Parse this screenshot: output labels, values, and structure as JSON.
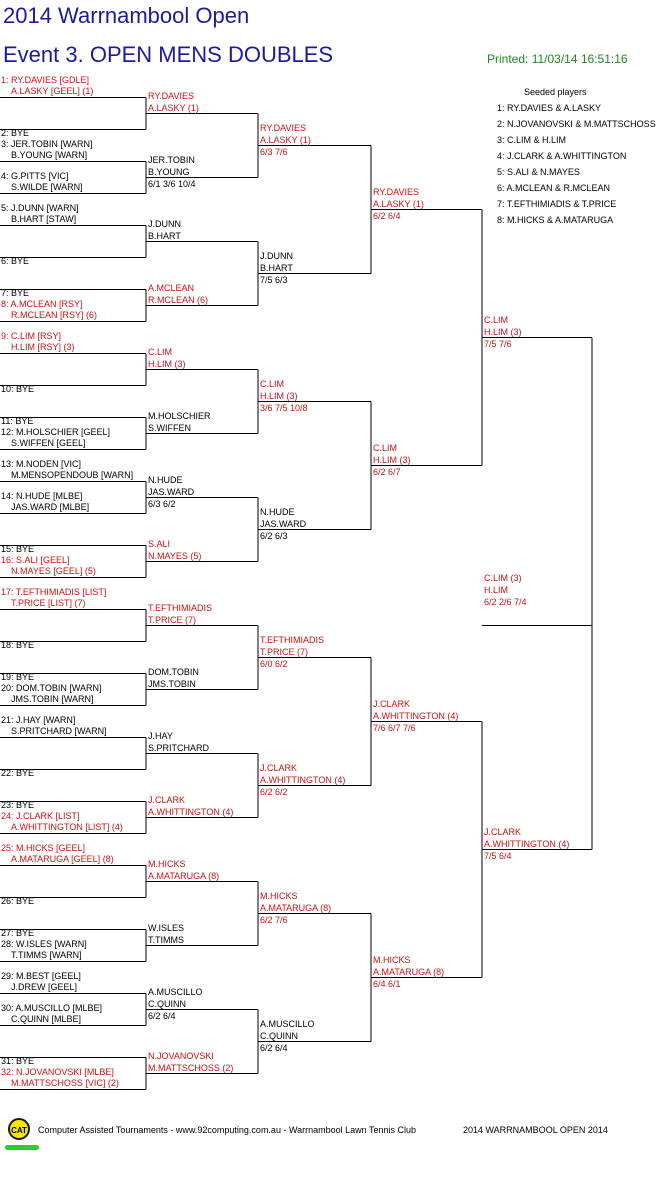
{
  "header": {
    "title": "2014 Warrnambool Open",
    "event": "Event 3. OPEN MENS DOUBLES",
    "printed": "Printed: 11/03/14 16:51:16"
  },
  "seeded": {
    "heading": "Seeded players",
    "list": [
      "1: RY.DAVIES & A.LASKY",
      "2: N.JOVANOVSKI & M.MATTSCHOSS",
      "3: C.LIM & H.LIM",
      "4: J.CLARK & A.WHITTINGTON",
      "5: S.ALI & N.MAYES",
      "6: A.MCLEAN & R.MCLEAN",
      "7: T.EFTHIMIADIS & T.PRICE",
      "8: M.HICKS & A.MATARUGA"
    ]
  },
  "draw": [
    {
      "l1": "1: RY.DAVIES [GDLE]",
      "l2": "A.LASKY [GEEL] (1)",
      "red": true
    },
    {
      "l1": "2: BYE",
      "l2": "",
      "red": false
    },
    {
      "l1": "3: JER.TOBIN [WARN]",
      "l2": "B.YOUNG [WARN]",
      "red": false
    },
    {
      "l1": "4: G.PITTS [VIC]",
      "l2": "S.WILDE [WARN]",
      "red": false
    },
    {
      "l1": "5: J.DUNN [WARN]",
      "l2": "B.HART [STAW]",
      "red": false
    },
    {
      "l1": "6: BYE",
      "l2": "",
      "red": false
    },
    {
      "l1": "7: BYE",
      "l2": "",
      "red": false
    },
    {
      "l1": "8: A.MCLEAN [RSY]",
      "l2": "R.MCLEAN [RSY] (6)",
      "red": true
    },
    {
      "l1": "9: C.LIM [RSY]",
      "l2": "H.LIM [RSY] (3)",
      "red": true
    },
    {
      "l1": "10: BYE",
      "l2": "",
      "red": false
    },
    {
      "l1": "11: BYE",
      "l2": "",
      "red": false
    },
    {
      "l1": "12: M.HOLSCHIER [GEEL]",
      "l2": "S.WIFFEN [GEEL]",
      "red": false
    },
    {
      "l1": "13: M.NODEN [VIC]",
      "l2": "M.MENSOPENDOUB [WARN]",
      "red": false
    },
    {
      "l1": "14: N.HUDE [MLBE]",
      "l2": "JAS.WARD [MLBE]",
      "red": false
    },
    {
      "l1": "15: BYE",
      "l2": "",
      "red": false
    },
    {
      "l1": "16: S.ALI [GEEL]",
      "l2": "N.MAYES [GEEL] (5)",
      "red": true
    },
    {
      "l1": "17: T.EFTHIMIADIS [LIST]",
      "l2": "T.PRICE [LIST] (7)",
      "red": true
    },
    {
      "l1": "18: BYE",
      "l2": "",
      "red": false
    },
    {
      "l1": "19: BYE",
      "l2": "",
      "red": false
    },
    {
      "l1": "20: DOM.TOBIN [WARN]",
      "l2": "JMS.TOBIN [WARN]",
      "red": false
    },
    {
      "l1": "21: J.HAY [WARN]",
      "l2": "S.PRITCHARD [WARN]",
      "red": false
    },
    {
      "l1": "22: BYE",
      "l2": "",
      "red": false
    },
    {
      "l1": "23: BYE",
      "l2": "",
      "red": false
    },
    {
      "l1": "24: J.CLARK [LIST]",
      "l2": "A.WHITTINGTON [LIST] (4)",
      "red": true
    },
    {
      "l1": "25: M.HICKS [GEEL]",
      "l2": "A.MATARUGA [GEEL] (8)",
      "red": true
    },
    {
      "l1": "26: BYE",
      "l2": "",
      "red": false
    },
    {
      "l1": "27: BYE",
      "l2": "",
      "red": false
    },
    {
      "l1": "28: W.ISLES [WARN]",
      "l2": "T.TIMMS [WARN]",
      "red": false
    },
    {
      "l1": "29: M.BEST [GEEL]",
      "l2": "J.DREW [GEEL]",
      "red": false
    },
    {
      "l1": "30: A.MUSCILLO [MLBE]",
      "l2": "C.QUINN [MLBE]",
      "red": false
    },
    {
      "l1": "31: BYE",
      "l2": "",
      "red": false
    },
    {
      "l1": "32: N.JOVANOVSKI [MLBE]",
      "l2": "M.MATTSCHOSS [VIC] (2)",
      "red": true
    }
  ],
  "round2": [
    {
      "l1": "RY.DAVIES",
      "l2": "A.LASKY (1)",
      "score": "",
      "red": true
    },
    {
      "l1": "JER.TOBIN",
      "l2": "B.YOUNG",
      "score": "6/1 3/6 10/4",
      "red": false
    },
    {
      "l1": "J.DUNN",
      "l2": "B.HART",
      "score": "",
      "red": false
    },
    {
      "l1": "A.MCLEAN",
      "l2": "R.MCLEAN (6)",
      "score": "",
      "red": true
    },
    {
      "l1": "C.LIM",
      "l2": "H.LIM (3)",
      "score": "",
      "red": true
    },
    {
      "l1": "M.HOLSCHIER",
      "l2": "S.WIFFEN",
      "score": "",
      "red": false
    },
    {
      "l1": "N.HUDE",
      "l2": "JAS.WARD",
      "score": "6/3 6/2",
      "red": false
    },
    {
      "l1": "S.ALI",
      "l2": "N.MAYES (5)",
      "score": "",
      "red": true
    },
    {
      "l1": "T.EFTHIMIADIS",
      "l2": "T.PRICE (7)",
      "score": "",
      "red": true
    },
    {
      "l1": "DOM.TOBIN",
      "l2": "JMS.TOBIN",
      "score": "",
      "red": false
    },
    {
      "l1": "J.HAY",
      "l2": "S.PRITCHARD",
      "score": "",
      "red": false
    },
    {
      "l1": "J.CLARK",
      "l2": "A.WHITTINGTON (4)",
      "score": "",
      "red": true
    },
    {
      "l1": "M.HICKS",
      "l2": "A.MATARUGA (8)",
      "score": "",
      "red": true
    },
    {
      "l1": "W.ISLES",
      "l2": "T.TIMMS",
      "score": "",
      "red": false
    },
    {
      "l1": "A.MUSCILLO",
      "l2": "C.QUINN",
      "score": "6/2 6/4",
      "red": false
    },
    {
      "l1": "N.JOVANOVSKI",
      "l2": "M.MATTSCHOSS (2)",
      "score": "",
      "red": true
    }
  ],
  "round3": [
    {
      "l1": "RY.DAVIES",
      "l2": "A.LASKY (1)",
      "score": "6/3 7/6",
      "red": true
    },
    {
      "l1": "J.DUNN",
      "l2": "B.HART",
      "score": "7/5 6/3",
      "red": false
    },
    {
      "l1": "C.LIM",
      "l2": "H.LIM (3)",
      "score": "3/6 7/5 10/8",
      "red": true
    },
    {
      "l1": "N.HUDE",
      "l2": "JAS.WARD",
      "score": "6/2 6/3",
      "red": false
    },
    {
      "l1": "T.EFTHIMIADIS",
      "l2": "T.PRICE (7)",
      "score": "6/0 6/2",
      "red": true
    },
    {
      "l1": "J.CLARK",
      "l2": "A.WHITTINGTON (4)",
      "score": "6/2 6/2",
      "red": true
    },
    {
      "l1": "M.HICKS",
      "l2": "A.MATARUGA (8)",
      "score": "6/2 7/6",
      "red": true
    },
    {
      "l1": "A.MUSCILLO",
      "l2": "C.QUINN",
      "score": "6/2 6/4",
      "red": false
    }
  ],
  "round4": [
    {
      "l1": "RY.DAVIES",
      "l2": "A.LASKY (1)",
      "score": "6/2 6/4",
      "red": true
    },
    {
      "l1": "C.LIM",
      "l2": "H.LIM (3)",
      "score": "6/2 6/7",
      "red": true
    },
    {
      "l1": "J.CLARK",
      "l2": "A.WHITTINGTON (4)",
      "score": "7/6 6/7 7/6",
      "red": true
    },
    {
      "l1": "M.HICKS",
      "l2": "A.MATARUGA (8)",
      "score": "6/4 6/1",
      "red": true
    }
  ],
  "round5": [
    {
      "l1": "C.LIM",
      "l2": "H.LIM (3)",
      "score": "7/5 7/6",
      "red": true
    },
    {
      "l1": "J.CLARK",
      "l2": "A.WHITTINGTON (4)",
      "score": "7/5 6/4",
      "red": true
    }
  ],
  "final": {
    "l1": "C.LIM (3)",
    "l2": "H.LIM",
    "score": "6/2 2/6  7/4",
    "red": true
  },
  "footer": {
    "logo": "CAT",
    "left": "Computer Assisted Tournaments - www.92computing.com.au  -  Warrnambool Lawn Tennis Club",
    "right": "2014 WARRNAMBOOL OPEN 2014"
  }
}
